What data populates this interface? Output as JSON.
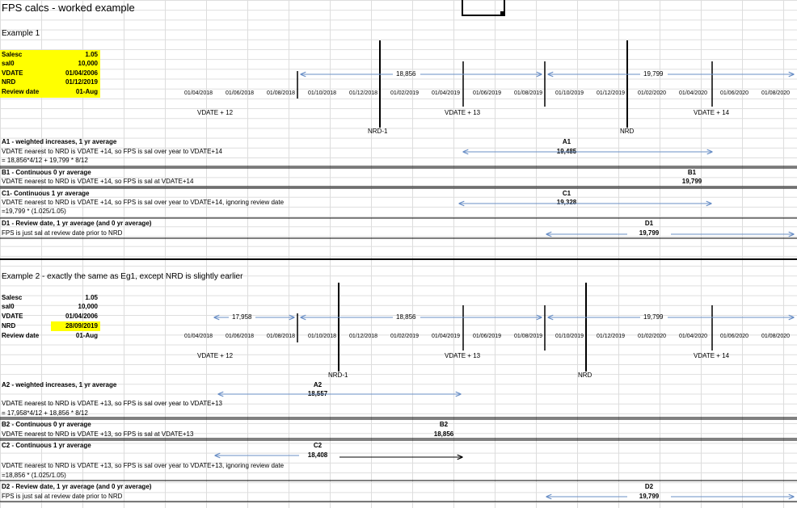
{
  "sheet": {
    "title": "FPS calcs - worked example"
  },
  "ex1": {
    "heading": "Example 1",
    "inputs": [
      {
        "label": "Salesc",
        "value": "1.05"
      },
      {
        "label": "sal0",
        "value": "10,000"
      },
      {
        "label": "VDATE",
        "value": "01/04/2006"
      },
      {
        "label": "NRD",
        "value": "01/12/2019"
      },
      {
        "label": "Review date",
        "value": "01-Aug"
      }
    ],
    "dates": [
      "01/04/2018",
      "01/06/2018",
      "01/08/2018",
      "01/10/2018",
      "01/12/2018",
      "01/02/2019",
      "01/04/2019",
      "01/06/2019",
      "01/08/2019",
      "01/10/2019",
      "01/12/2019",
      "01/02/2020",
      "01/04/2020",
      "01/06/2020",
      "01/08/2020"
    ],
    "salary_a": "18,856",
    "salary_b": "19,799",
    "vdate_12": "VDATE + 12",
    "vdate_13": "VDATE + 13",
    "vdate_14": "VDATE + 14",
    "nrd_minus_1": "NRD-1",
    "nrd": "NRD",
    "a1_title": "A1 - weighted increases, 1 yr average",
    "a1_line1": "VDATE nearest to NRD is VDATE +14, so FPS is sal over year to VDATE+14",
    "a1_line2": "= 18,856*4/12 + 19,799 * 8/12",
    "a1_label": "A1",
    "a1_value": "19,485",
    "b1_title": "B1 - Continuous 0 yr average",
    "b1_line1": "VDATE nearest to NRD is VDATE +14, so FPS is sal at VDATE+14",
    "b1_label": "B1",
    "b1_value": "19,799",
    "c1_title": "C1- Continuous 1 yr average",
    "c1_line1": "VDATE nearest to NRD is VDATE +14, so FPS is sal over year to VDATE+14, ignoring review date",
    "c1_line2": "=19,799 * (1.025/1.05)",
    "c1_label": "C1",
    "c1_value": "19,328",
    "d1_title": "D1 - Review date, 1 yr average  (and 0 yr average)",
    "d1_line1": "FPS is just sal at review date prior to NRD",
    "d1_label": "D1",
    "d1_value": "19,799"
  },
  "ex2": {
    "heading": "Example 2 - exactly the same as Eg1, except NRD is slightly earlier",
    "inputs": [
      {
        "label": "Salesc",
        "value": "1.05"
      },
      {
        "label": "sal0",
        "value": "10,000"
      },
      {
        "label": "VDATE",
        "value": "01/04/2006"
      },
      {
        "label": "NRD",
        "value": "28/09/2019"
      },
      {
        "label": "Review date",
        "value": "01-Aug"
      }
    ],
    "salary_0": "17,958",
    "salary_a": "18,856",
    "salary_b": "19,799",
    "vdate_12": "VDATE + 12",
    "vdate_13": "VDATE + 13",
    "vdate_14": "VDATE + 14",
    "nrd_minus_1": "NRD-1",
    "nrd": "NRD",
    "a2_title": "A2 - weighted increases, 1 yr average",
    "a2_line1": "VDATE nearest to NRD is VDATE +13, so FPS is sal over year to VDATE+13",
    "a2_line2": "= 17,958*4/12 + 18,856 * 8/12",
    "a2_label": "A2",
    "a2_value": "18,557",
    "b2_title": "B2 - Continuous 0 yr average",
    "b2_line1": "VDATE nearest to NRD is VDATE +13, so FPS is sal at VDATE+13",
    "b2_label": "B2",
    "b2_value": "18,856",
    "c2_title": "C2 - Continuous 1 yr average",
    "c2_line1": "VDATE nearest to NRD is VDATE +13, so FPS is sal over year to VDATE+13, ignoring review date",
    "c2_line2": "=18,856 * (1.025/1.05)",
    "c2_label": "C2",
    "c2_value": "18,408",
    "d2_title": "D2 - Review date, 1 yr average  (and 0 yr average)",
    "d2_line1": "FPS is just sal at review date prior to NRD",
    "d2_label": "D2",
    "d2_value": "19,799"
  },
  "colors": {
    "highlight": "#ffff00",
    "arrow": "#6a8fc6",
    "gridline": "#dadada"
  }
}
